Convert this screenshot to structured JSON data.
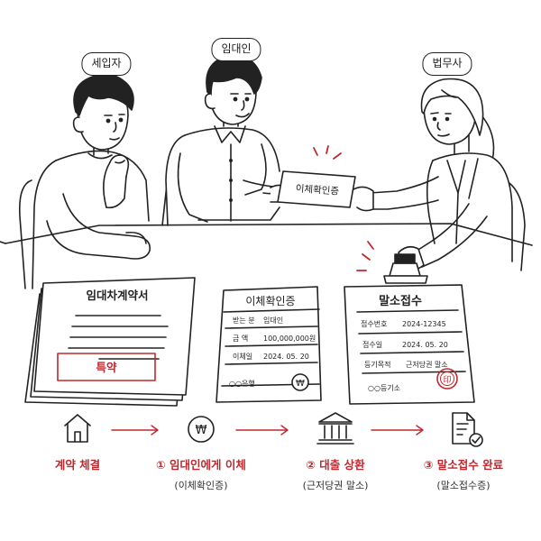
{
  "roles": {
    "tenant": "세입자",
    "landlord": "임대인",
    "lawyer": "법무사"
  },
  "handoff_doc": "이체확인증",
  "documents": {
    "lease": {
      "title": "임대차계약서",
      "special_clause": "특약"
    },
    "transfer": {
      "title": "이체확인증",
      "rows": [
        {
          "label": "받는 분",
          "value": "임대인"
        },
        {
          "label": "금 액",
          "value": "100,000,000원"
        },
        {
          "label": "이체일",
          "value": "2024. 05. 20"
        }
      ],
      "bank": "○○은행",
      "seal_symbol": "₩"
    },
    "cancel": {
      "title": "말소접수",
      "rows": [
        {
          "label": "접수번호",
          "value": "2024-12345"
        },
        {
          "label": "접수일",
          "value": "2024. 05. 20"
        },
        {
          "label": "등기목적",
          "value": "근저당권 말소"
        }
      ],
      "office": "○○등기소",
      "stamp_char": "印"
    }
  },
  "steps": [
    {
      "label": "계약 체결",
      "sub": "",
      "icon": "house-icon"
    },
    {
      "label": "① 임대인에게 이체",
      "sub": "(이체확인증)",
      "icon": "won-coin-icon"
    },
    {
      "label": "② 대출 상환",
      "sub": "(근저당권 말소)",
      "icon": "bank-icon"
    },
    {
      "label": "③ 말소접수 완료",
      "sub": "(말소접수증)",
      "icon": "document-check-icon"
    }
  ],
  "colors": {
    "accent": "#c0282d",
    "line": "#222222"
  }
}
